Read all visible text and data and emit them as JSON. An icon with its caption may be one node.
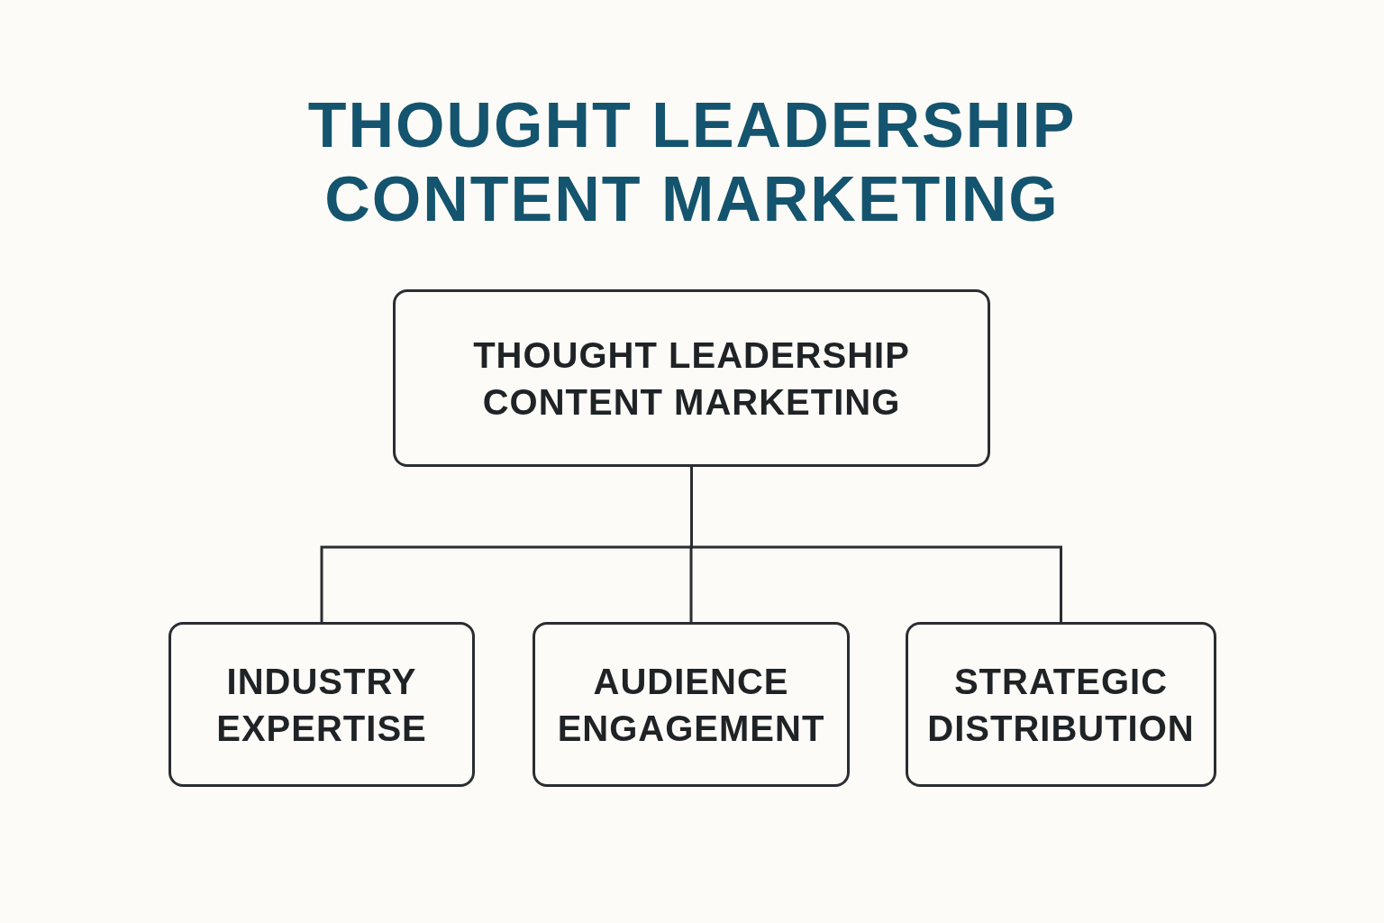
{
  "diagram": {
    "title": "THOUGHT LEADERSHIP CONTENT MARKETING",
    "nodes": [
      {
        "text": [
          "THOUGHT LEADERSHIP CONTENT MARKETING"
        ]
      },
      {
        "text": [
          "INDUSTRY EXPERTISE"
        ]
      },
      {
        "text": [
          "AUDIENCE ENGAGEMENT"
        ]
      },
      {
        "text": [
          "STRATEGIC DISTRIBUTION"
        ]
      }
    ],
    "edges": [
      {
        "from": 0,
        "to": 1,
        "arrow": "none"
      },
      {
        "from": 0,
        "to": 2,
        "arrow": "none"
      },
      {
        "from": 0,
        "to": 3,
        "arrow": "none"
      }
    ]
  }
}
